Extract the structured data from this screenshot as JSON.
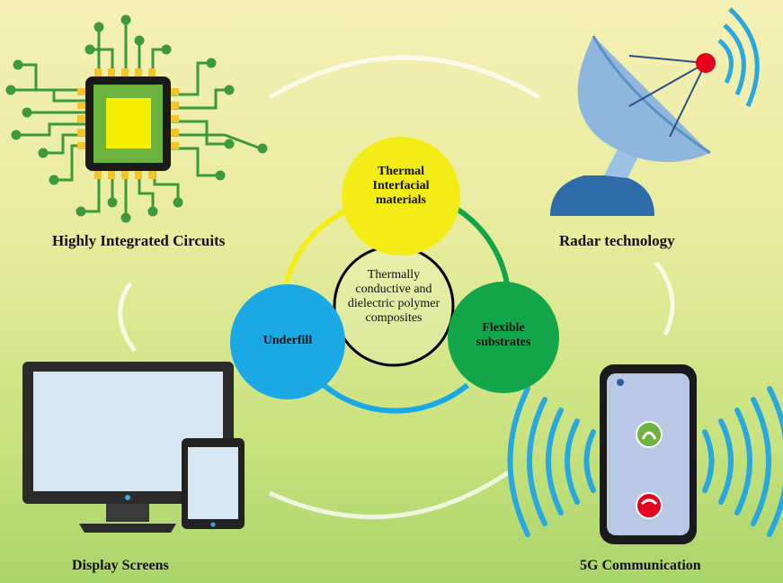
{
  "labels": {
    "circuits": "Highly Integrated Circuits",
    "radar": "Radar technology",
    "display": "Display Screens",
    "comm": "5G Communication"
  },
  "center": {
    "line1": "Thermally",
    "line2": "conductive and",
    "line3": "dielectric polymer",
    "line4": "composites"
  },
  "nodes": {
    "thermal": {
      "line1": "Thermal",
      "line2": "Interfacial",
      "line3": "materials"
    },
    "underfill": "Underfill",
    "flexible": {
      "line1": "Flexible",
      "line2": "substrates"
    }
  },
  "colors": {
    "yellow": "#f3ec17",
    "blue": "#1ba9e6",
    "green": "#12a54a",
    "chip_green": "#6cb33f",
    "chip_yellow": "#f5ee00",
    "trace": "#3c9a3c",
    "dish": "#8fb6dd",
    "signal": "#29a8e0",
    "red_dot": "#e6001e"
  }
}
